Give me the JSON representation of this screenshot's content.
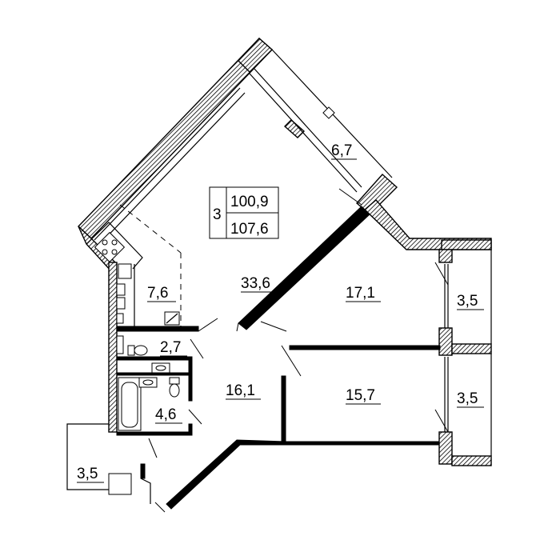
{
  "apartment": {
    "rooms_count": "3",
    "area_living_total": "100,9",
    "area_total": "107,6"
  },
  "rooms": {
    "living_room": "33,6",
    "kitchen": "7,6",
    "bedroom_1": "17,1",
    "bedroom_2": "15,7",
    "hall": "16,1",
    "toilet": "2,7",
    "bathroom": "4,6",
    "loggia_top": "6,7",
    "balcony_right_1": "3,5",
    "balcony_right_2": "3,5",
    "balcony_left": "3,5"
  }
}
